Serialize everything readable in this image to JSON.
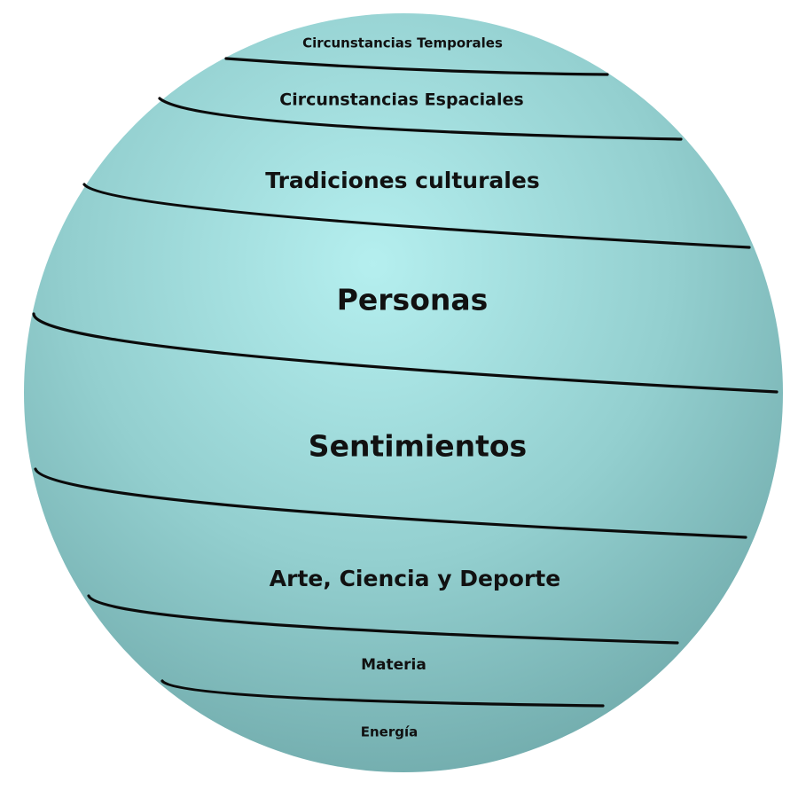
{
  "diagram": {
    "colors": {
      "sphere_center": "#b5efef",
      "sphere_mid": "#93cfcf",
      "sphere_edge": "#6fa9aa",
      "lines": "#0b0b0b",
      "text": "#111111"
    },
    "layers": [
      {
        "id": "circunstancias-temporales",
        "label": "Circunstancias Temporales"
      },
      {
        "id": "circunstancias-espaciales",
        "label": "Circunstancias Espaciales"
      },
      {
        "id": "tradiciones-culturales",
        "label": "Tradiciones culturales"
      },
      {
        "id": "personas",
        "label": "Personas"
      },
      {
        "id": "sentimientos",
        "label": "Sentimientos"
      },
      {
        "id": "arte-ciencia-deporte",
        "label": "Arte, Ciencia y Deporte"
      },
      {
        "id": "materia",
        "label": "Materia"
      },
      {
        "id": "energia",
        "label": "Energía"
      }
    ]
  }
}
